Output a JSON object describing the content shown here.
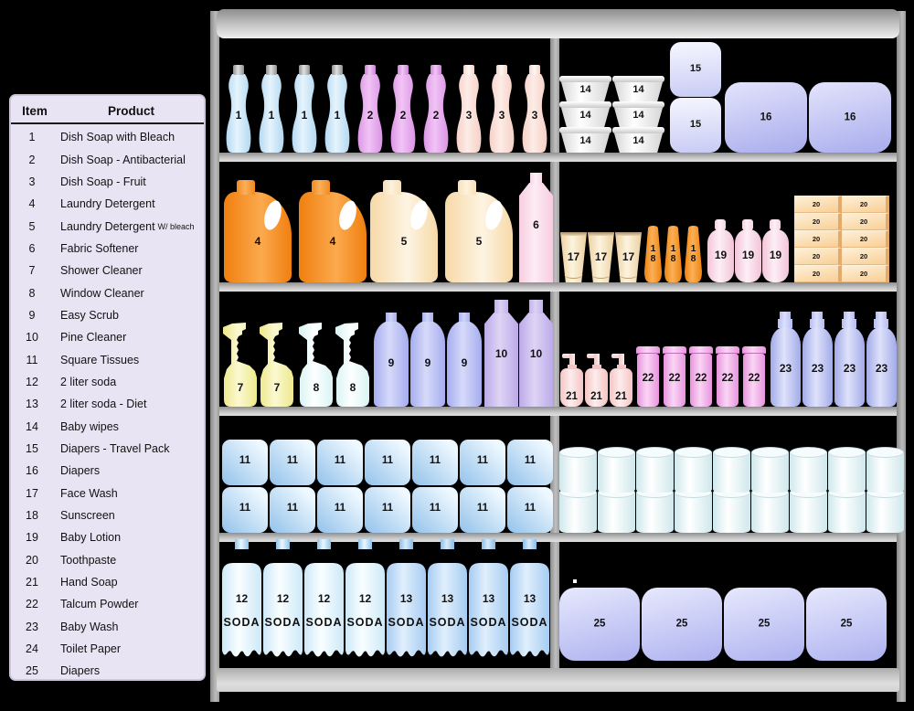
{
  "legend": {
    "headers": {
      "item": "Item",
      "product": "Product"
    },
    "rows": [
      {
        "item": "1",
        "product": "Dish Soap with Bleach"
      },
      {
        "item": "2",
        "product": "Dish Soap - Antibacterial"
      },
      {
        "item": "3",
        "product": "Dish Soap - Fruit"
      },
      {
        "item": "4",
        "product": "Laundry Detergent"
      },
      {
        "item": "5",
        "product": "Laundry Detergent",
        "suffix": "W/ bleach"
      },
      {
        "item": "6",
        "product": "Fabric Softener"
      },
      {
        "item": "7",
        "product": "Shower Cleaner"
      },
      {
        "item": "8",
        "product": "Window Cleaner"
      },
      {
        "item": "9",
        "product": "Easy Scrub"
      },
      {
        "item": "10",
        "product": "Pine Cleaner"
      },
      {
        "item": "11",
        "product": "Square Tissues"
      },
      {
        "item": "12",
        "product": "2 liter soda"
      },
      {
        "item": "13",
        "product": "2 liter soda - Diet"
      },
      {
        "item": "14",
        "product": "Baby wipes"
      },
      {
        "item": "15",
        "product": "Diapers - Travel Pack"
      },
      {
        "item": "16",
        "product": "Diapers"
      },
      {
        "item": "17",
        "product": "Face Wash"
      },
      {
        "item": "18",
        "product": "Sunscreen"
      },
      {
        "item": "19",
        "product": "Baby Lotion"
      },
      {
        "item": "20",
        "product": "Toothpaste"
      },
      {
        "item": "21",
        "product": "Hand Soap"
      },
      {
        "item": "22",
        "product": "Talcum Powder"
      },
      {
        "item": "23",
        "product": "Baby Wash"
      },
      {
        "item": "24",
        "product": "Toilet Paper"
      },
      {
        "item": "25",
        "product": "Diapers"
      }
    ]
  },
  "shelf": {
    "soda_word": "SODA",
    "rows": [
      {
        "left": [
          {
            "kind": "dish-soap",
            "label": "1",
            "count": 4,
            "palette": "dish_blue"
          },
          {
            "kind": "dish-soap",
            "label": "2",
            "count": 3,
            "palette": "dish_orchid"
          },
          {
            "kind": "dish-soap",
            "label": "3",
            "count": 3,
            "palette": "dish_peach"
          }
        ],
        "right": [
          {
            "kind": "tub-stack",
            "label": "14",
            "count": 3,
            "palette": "tub14"
          },
          {
            "kind": "tub-stack",
            "label": "14",
            "count": 3,
            "palette": "tub14"
          },
          {
            "kind": "pack-stack",
            "label": "15",
            "count": 2,
            "palette": "pack15"
          },
          {
            "kind": "big-box",
            "label": "16",
            "count": 2,
            "variant": "v16",
            "palette": "box16"
          }
        ]
      },
      {
        "left": [
          {
            "kind": "jug",
            "label": "4",
            "count": 2,
            "palette": "jug_orange"
          },
          {
            "kind": "jug",
            "label": "5",
            "count": 2,
            "palette": "jug_cream"
          },
          {
            "kind": "tall-bottle",
            "label": "6",
            "count": 1,
            "palette": "softener_pink"
          }
        ],
        "right": [
          {
            "kind": "tube-facewash",
            "label": "17",
            "count": 3,
            "palette": "facewash17"
          },
          {
            "kind": "tube-sunscreen",
            "label": "18",
            "count": 3,
            "palette": "sunscreen18"
          },
          {
            "kind": "lotion-bottle",
            "label": "19",
            "count": 3,
            "palette": "lotion19"
          },
          {
            "kind": "toothpaste-stack",
            "label": "20",
            "cols": 2,
            "rows": 5,
            "palette": "tp20"
          }
        ]
      },
      {
        "left": [
          {
            "kind": "spray",
            "label": "7",
            "count": 2,
            "palette": "spray_yellow"
          },
          {
            "kind": "spray",
            "label": "8",
            "count": 2,
            "palette": "spray_white"
          },
          {
            "kind": "scrub-bottle",
            "label": "9",
            "count": 3,
            "palette": "scrub9"
          },
          {
            "kind": "pine-bottle",
            "label": "10",
            "count": 2,
            "palette": "pine10"
          }
        ],
        "right": [
          {
            "kind": "pump",
            "label": "21",
            "count": 3,
            "palette": "pump21"
          },
          {
            "kind": "powder",
            "label": "22",
            "count": 5,
            "palette": "powder22"
          },
          {
            "kind": "wash-bottle",
            "label": "23",
            "count": 4,
            "palette": "wash23"
          }
        ]
      },
      {
        "left": [
          {
            "kind": "tissue-grid",
            "label": "11",
            "cols": 7,
            "rows": 2,
            "palette": "tissue11"
          }
        ],
        "right": [
          {
            "kind": "roll-grid",
            "label": "",
            "cols": 9,
            "rows": 2,
            "palette": "roll24"
          }
        ]
      },
      {
        "left": [
          {
            "kind": "soda",
            "label": "12",
            "count": 4,
            "palette": "soda_light"
          },
          {
            "kind": "soda",
            "label": "13",
            "count": 4,
            "palette": "soda_diet"
          }
        ],
        "right": [
          {
            "kind": "big-box",
            "label": "25",
            "count": 4,
            "variant": "v25",
            "palette": "box25"
          }
        ]
      }
    ]
  },
  "colors": {
    "background": "#000000",
    "frame_gray": "#9a9a9a",
    "legend_bg": "#e9e4f4",
    "dish_blue": {
      "c1": "#a9d3f0",
      "c2": "#e6f4fd",
      "capa": "#8f8f8f",
      "capb": "#e0e0e0"
    },
    "dish_orchid": {
      "c1": "#d78ce0",
      "c2": "#f1c4f6",
      "capa": "#cf82d8",
      "capb": "#f0c8f4"
    },
    "dish_peach": {
      "c1": "#f4cbc0",
      "c2": "#fdece6",
      "capa": "#f2d4c8",
      "capb": "#fff8f4"
    },
    "jug_orange": {
      "c1": "#f07f10",
      "c2": "#fbaa4e",
      "capa": "#f08a20",
      "capb": "#fbaf58"
    },
    "jug_cream": {
      "c1": "#f7d9a8",
      "c2": "#fdf4e2",
      "capa": "#f8e0b8",
      "capb": "#fdf2dc"
    },
    "softener_pink": {
      "c1": "#f7cde0",
      "c2": "#fdecf4",
      "capa": "#f8d6e6",
      "capb": "#fdeef5"
    },
    "spray_yellow": {
      "c1": "#ece786",
      "c2": "#fbf9d2"
    },
    "spray_white": {
      "c1": "#d6f2f2",
      "c2": "#fdffff"
    },
    "scrub9": {
      "c1": "#a6adef",
      "c2": "#d6daf9",
      "capa": "#aab0f0",
      "capb": "#d0d4f8"
    },
    "pine10": {
      "c1": "#bcaae8",
      "c2": "#ded4f5",
      "capa": "#c2b2ec",
      "capb": "#dcd2f4"
    },
    "tissue11": {
      "c1": "#93c2eb",
      "c2": "#eef8ff"
    },
    "soda_light": {
      "c1": "#cde9f8",
      "c2": "#f9feff",
      "capa": "#90c2e8",
      "capb": "#eaf7fe"
    },
    "soda_diet": {
      "c1": "#a6ccf2",
      "c2": "#e0effc",
      "capa": "#88bce6",
      "capb": "#d8ecfb"
    },
    "tub14": {
      "c1": "#d6d6d6",
      "c2": "#ffffff"
    },
    "pack15": {
      "c1": "#c9cdf5",
      "c2": "#f3f3fe"
    },
    "box16": {
      "c1": "#acb0ed",
      "c2": "#e0e1fb"
    },
    "facewash17": {
      "c1": "#ecd0a0",
      "c2": "#fcf4de"
    },
    "sunscreen18": {
      "c1": "#ee8312",
      "c2": "#fcb056"
    },
    "lotion19": {
      "c1": "#f2c4d8",
      "c2": "#fdeff5",
      "capa": "#f6d2e2",
      "capb": "#fdf0f6"
    },
    "tp20": {
      "c1": "#f9cf96",
      "c2": "#fdeecd",
      "edge": "#e2ab6c"
    },
    "pump21": {
      "c1": "#f5c4c4",
      "c2": "#fdecec"
    },
    "powder22": {
      "c1": "#e893de",
      "c2": "#f9d6f4"
    },
    "wash23": {
      "c1": "#a2abe8",
      "c2": "#dfe2fb",
      "capa": "#b6bcf2",
      "capb": "#dde0fa"
    },
    "roll24": {
      "c1": "#cfe8ec",
      "c2": "#ffffff"
    },
    "box25": {
      "c1": "#b2b6f0",
      "c2": "#e4e6fc"
    }
  }
}
